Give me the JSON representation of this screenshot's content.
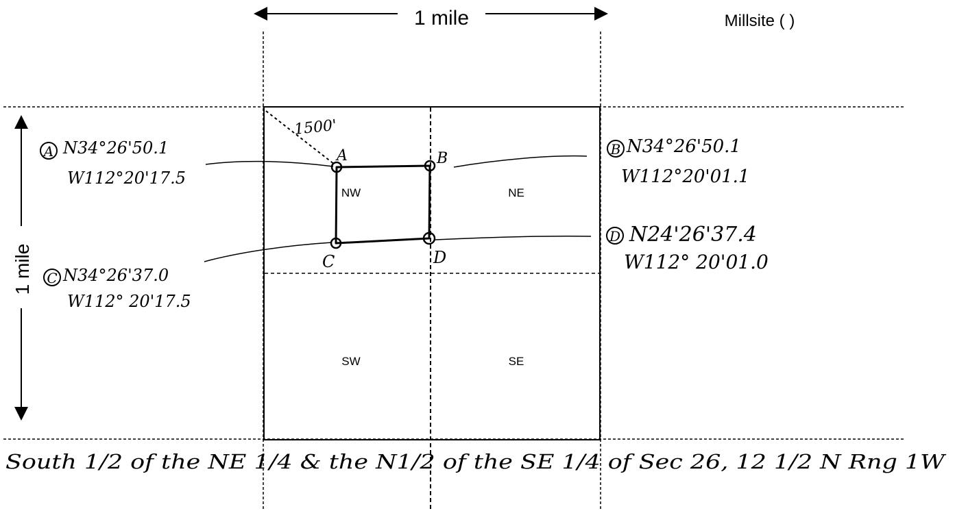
{
  "header": {
    "scale_label": "1 mile",
    "millsite_label": "Millsite ( )"
  },
  "side": {
    "scale_label": "1 mile"
  },
  "section": {
    "quarters": [
      "NW",
      "NE",
      "SW",
      "SE"
    ],
    "distance_note": "1500'"
  },
  "corners": {
    "A": {
      "letter": "A",
      "lat": "N34°26'50.1",
      "lon": "W112°20'17.5"
    },
    "B": {
      "letter": "B",
      "lat": "N34°26'50.1",
      "lon": "W112°20'01.1"
    },
    "C": {
      "letter": "C",
      "lat": "N34°26'37.0",
      "lon": "W112° 20'17.5"
    },
    "D": {
      "letter": "D",
      "lat": "N24'26'37.4",
      "lon": "W112° 20'01.0"
    }
  },
  "footer": {
    "description": "South 1/2 of the NE 1/4 & the N1/2 of the SE 1/4 of Sec 26, 12 1/2 N Rng 1W"
  }
}
